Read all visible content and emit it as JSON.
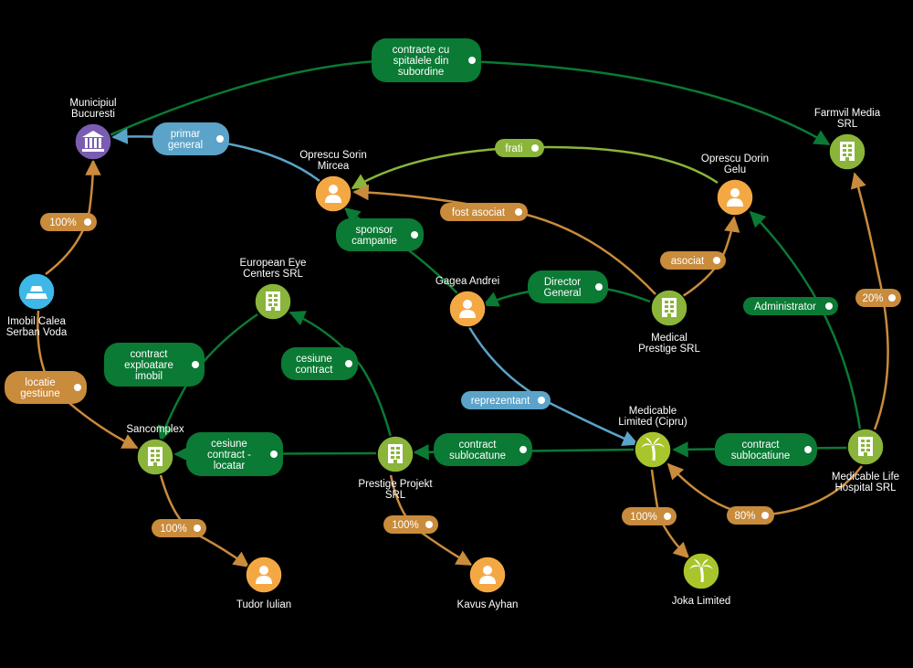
{
  "colors": {
    "background": "#000000",
    "green": "#0a7a34",
    "orange": "#c98b3c",
    "blue": "#5ba3c9",
    "lime": "#8ab43a",
    "institution": "#7a5db0",
    "person": "#f4a844",
    "palm": "#a8c62c",
    "gold": "#3db8e8"
  },
  "nodes": [
    {
      "id": "municipiul",
      "label": [
        "Municipiul",
        "Bucuresti"
      ],
      "icon": "bank-icon"
    },
    {
      "id": "imobil",
      "label": [
        "Imobil Calea",
        "Serban Voda"
      ],
      "icon": "gold-bars-icon"
    },
    {
      "id": "opsorin",
      "label": [
        "Oprescu Sorin",
        "Mircea"
      ],
      "icon": "person-icon"
    },
    {
      "id": "opdorin",
      "label": [
        "Oprescu Dorin",
        "Gelu"
      ],
      "icon": "person-icon"
    },
    {
      "id": "farmvil",
      "label": [
        "Farmvil Media",
        "SRL"
      ],
      "icon": "building-icon"
    },
    {
      "id": "european",
      "label": [
        "European Eye",
        "Centers SRL"
      ],
      "icon": "building-icon"
    },
    {
      "id": "gagea",
      "label": [
        "Gagea Andrei"
      ],
      "icon": "person-icon"
    },
    {
      "id": "medprestige",
      "label": [
        "Medical",
        "Prestige SRL"
      ],
      "icon": "building-icon"
    },
    {
      "id": "sancomplex",
      "label": [
        "Sancomplex"
      ],
      "icon": "building-icon"
    },
    {
      "id": "prestigeproj",
      "label": [
        "Prestige Projekt",
        "SRL"
      ],
      "icon": "building-icon"
    },
    {
      "id": "medcipru",
      "label": [
        "Medicable",
        "Limited (Cipru)"
      ],
      "icon": "palm-icon"
    },
    {
      "id": "medlife",
      "label": [
        "Medicable Life",
        "Hospital SRL"
      ],
      "icon": "building-icon"
    },
    {
      "id": "tudor",
      "label": [
        "Tudor Iulian"
      ],
      "icon": "person-icon"
    },
    {
      "id": "kavus",
      "label": [
        "Kavus Ayhan"
      ],
      "icon": "person-icon"
    },
    {
      "id": "joka",
      "label": [
        "Joka Limited"
      ],
      "icon": "palm-icon"
    }
  ],
  "edges": [
    {
      "label": [
        "contracte cu",
        "spitalele din",
        "subordine"
      ],
      "kind": "green"
    },
    {
      "label": [
        "primar",
        "general"
      ],
      "kind": "blue"
    },
    {
      "label": [
        "frati"
      ],
      "kind": "lime"
    },
    {
      "label": [
        "fost asociat"
      ],
      "kind": "orange"
    },
    {
      "label": [
        "sponsor",
        "campanie"
      ],
      "kind": "green"
    },
    {
      "label": [
        "100%"
      ],
      "kind": "orange"
    },
    {
      "label": [
        "Director",
        "General"
      ],
      "kind": "green"
    },
    {
      "label": [
        "asociat"
      ],
      "kind": "orange"
    },
    {
      "label": [
        "Administrator"
      ],
      "kind": "green"
    },
    {
      "label": [
        "20%"
      ],
      "kind": "orange"
    },
    {
      "label": [
        "locatie",
        "gestiune"
      ],
      "kind": "orange"
    },
    {
      "label": [
        "contract",
        "exploatare",
        "imobil"
      ],
      "kind": "green"
    },
    {
      "label": [
        "cesiune",
        "contract"
      ],
      "kind": "green"
    },
    {
      "label": [
        "reprezentant"
      ],
      "kind": "blue"
    },
    {
      "label": [
        "cesiune",
        "contract -",
        "locatar"
      ],
      "kind": "green"
    },
    {
      "label": [
        "contract",
        "sublocatune"
      ],
      "kind": "green"
    },
    {
      "label": [
        "contract",
        "sublocatiune"
      ],
      "kind": "green"
    },
    {
      "label": [
        "100%"
      ],
      "kind": "orange"
    },
    {
      "label": [
        "100%"
      ],
      "kind": "orange"
    },
    {
      "label": [
        "100%"
      ],
      "kind": "orange"
    },
    {
      "label": [
        "80%"
      ],
      "kind": "orange"
    }
  ]
}
